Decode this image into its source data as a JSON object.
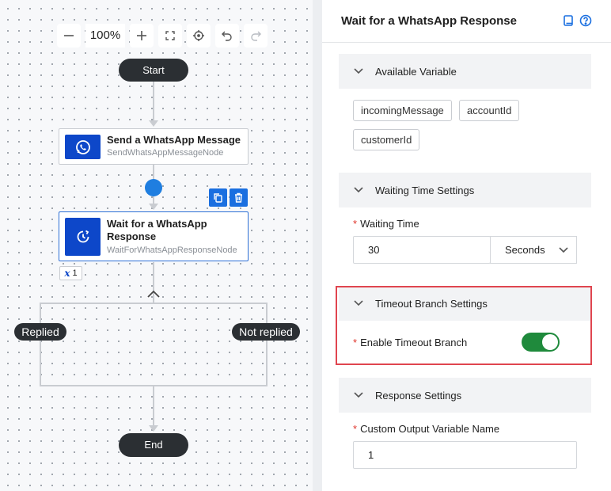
{
  "canvas": {
    "zoom_label": "100%",
    "start_label": "Start",
    "end_label": "End",
    "nodes": [
      {
        "title": "Send a WhatsApp Message",
        "subtitle": "SendWhatsAppMessageNode",
        "icon": "whatsapp-icon"
      },
      {
        "title": "Wait for a WhatsApp Response",
        "subtitle": "WaitForWhatsAppResponseNode",
        "icon": "clock-icon"
      }
    ],
    "variable_badge": {
      "symbol": "x",
      "count": "1"
    },
    "branches": {
      "left": "Replied",
      "right": "Not replied"
    },
    "colors": {
      "node_icon_bg": "#0d47c9",
      "selection": "#2c6fd6",
      "pill": "#2b2f33"
    }
  },
  "panel": {
    "title": "Wait for a WhatsApp Response",
    "sections": {
      "available_variable": {
        "title": "Available Variable",
        "variables": [
          "incomingMessage",
          "accountId",
          "customerId"
        ]
      },
      "waiting_time": {
        "title": "Waiting Time Settings",
        "label": "Waiting Time",
        "value": "30",
        "unit": "Seconds"
      },
      "timeout_branch": {
        "title": "Timeout Branch Settings",
        "label": "Enable Timeout Branch",
        "enabled": true
      },
      "response": {
        "title": "Response Settings",
        "label": "Custom Output Variable Name",
        "value": "1"
      }
    },
    "colors": {
      "toggle_on": "#1f8a3c",
      "highlight": "#e0454f",
      "required": "#e0352b",
      "accent": "#1a6fe0"
    }
  }
}
